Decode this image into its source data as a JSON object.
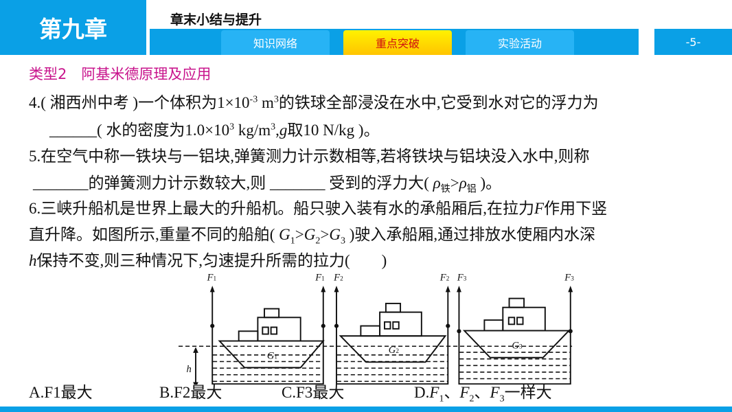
{
  "header": {
    "chapter": "第九章",
    "subtitle": "章末小结与提升",
    "tabs": [
      "知识网络",
      "重点突破",
      "实验活动"
    ],
    "active_tab": "重点突破",
    "page": "-5-"
  },
  "content": {
    "type_heading": "类型2　阿基米德原理及应用",
    "q4_line1": "4.( 湘西州中考 )一个体积为1×10⁻³ m³的铁球全部浸没在水中,它受到水对它的浮力为",
    "q4_line2": "______( 水的密度为1.0×10³ kg/m³,g取10 N/kg )。",
    "q5_line1": "5.在空气中称一铁块与一铝块,弹簧测力计示数相等,若将铁块与铝块没入水中,则称",
    "q5_line2": "_______的弹簧测力计示数较大,则 _______ 受到的浮力大( ρ铁>ρ铝 )。",
    "q6_line1": "6.三峡升船机是世界上最大的升船机。船只驶入装有水的承船厢后,在拉力F作用下竖",
    "q6_line2": "直升降。如图所示,重量不同的船舶( G1>G2>G3 )驶入承船厢,通过排放水使厢内水深",
    "q6_line3": "h保持不变,则三种情况下,匀速提升所需的拉力(　　)",
    "options": [
      "A.F1最大",
      "B.F2最大",
      "C.F3最大",
      "D.F1、F2、F3一样大"
    ]
  },
  "diagram": {
    "labels": {
      "f1": "F1",
      "f2": "F2",
      "f3": "F3",
      "g1": "G1",
      "g2": "G2",
      "g3": "G3",
      "h": "h"
    }
  },
  "colors": {
    "accent": "#0aa0e6",
    "active_tab": "#ffd800",
    "heading": "#c8148c"
  }
}
